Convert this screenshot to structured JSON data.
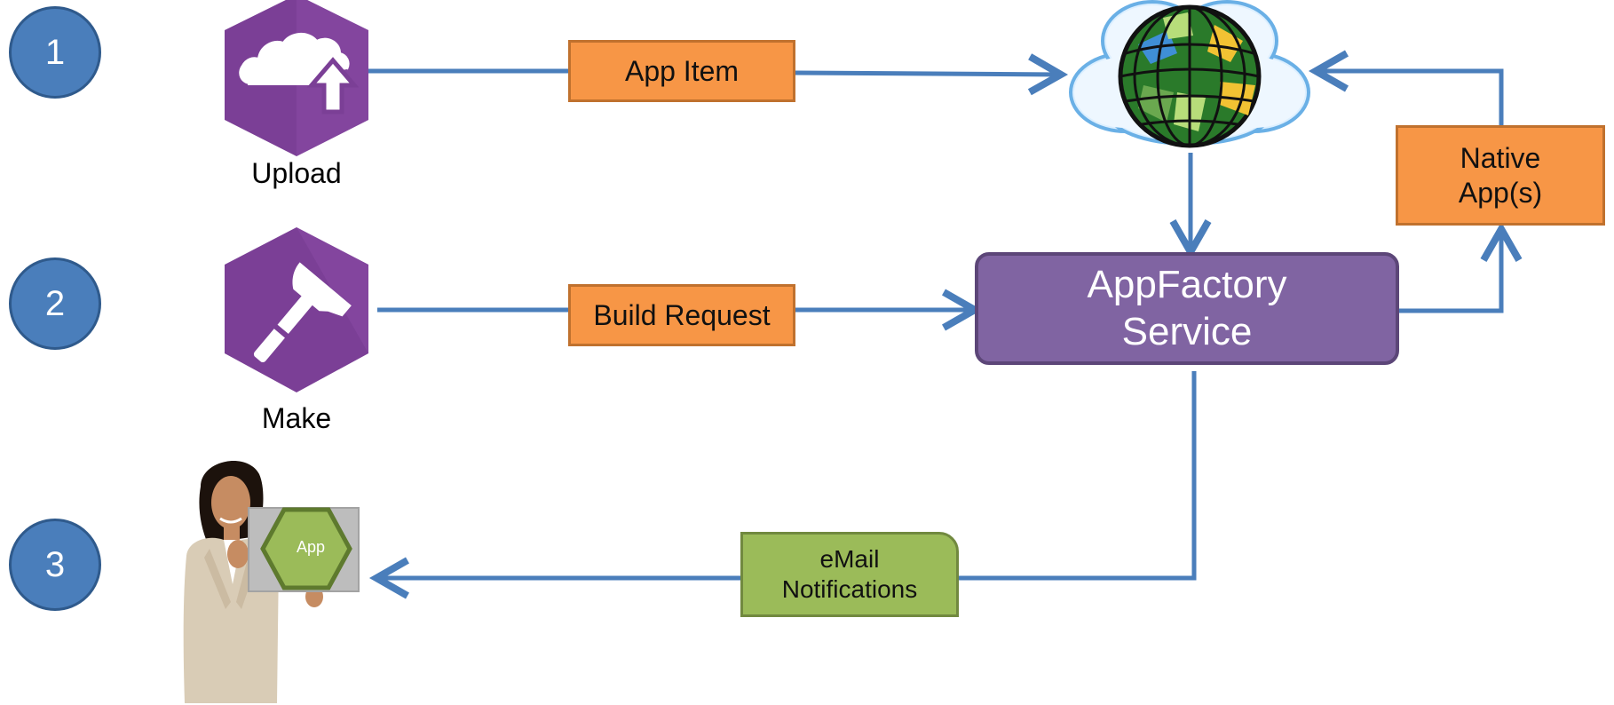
{
  "steps": [
    "1",
    "2",
    "3"
  ],
  "upload": {
    "label": "Upload"
  },
  "make": {
    "label": "Make"
  },
  "app_item": {
    "label": "App Item"
  },
  "build_request": {
    "label": "Build Request"
  },
  "appfactory": {
    "line1": "AppFactory",
    "line2": "Service"
  },
  "native_apps": {
    "line1": "Native",
    "line2": "App(s)"
  },
  "email": {
    "line1": "eMail",
    "line2": "Notifications"
  },
  "app_badge": {
    "label": "App"
  },
  "colors": {
    "step_circle": "#4a7ebb",
    "orange_box": "#f79646",
    "purple_service": "#8064a2",
    "green_box": "#9bbb59",
    "hex_icon": "#7b3f96",
    "arrow": "#4a7ebb"
  },
  "icons": {
    "upload": "cloud-upload-icon",
    "make": "hammer-icon",
    "cloud": "globe-cloud-icon",
    "person": "businesswoman-figure"
  }
}
